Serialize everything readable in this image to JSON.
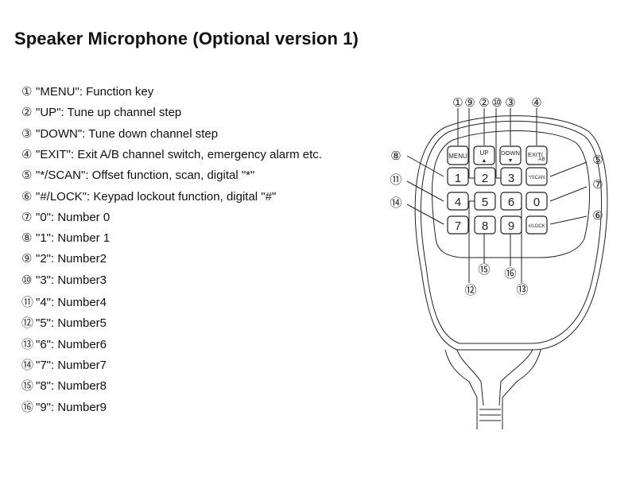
{
  "title": "Speaker Microphone (Optional version 1)",
  "items": [
    {
      "num": "①",
      "text": "\"MENU\": Function key"
    },
    {
      "num": "②",
      "text": "\"UP\": Tune up channel step"
    },
    {
      "num": "③",
      "text": "\"DOWN\": Tune down channel step"
    },
    {
      "num": "④",
      "text": "\"EXIT\": Exit A/B channel switch, emergency alarm etc."
    },
    {
      "num": "⑤",
      "text": "\"*/SCAN\": Offset function, scan, digital \"*\""
    },
    {
      "num": "⑥",
      "text": "\"#/LOCK\": Keypad lockout function, digital \"#\""
    },
    {
      "num": "⑦",
      "text": "\"0\": Number 0"
    },
    {
      "num": "⑧",
      "text": "\"1\": Number 1"
    },
    {
      "num": "⑨",
      "text": "\"2\": Number2"
    },
    {
      "num": "⑩",
      "text": "\"3\": Number3"
    },
    {
      "num": "⑪",
      "text": "\"4\": Number4"
    },
    {
      "num": "⑫",
      "text": "\"5\": Number5"
    },
    {
      "num": "⑬",
      "text": "\"6\": Number6"
    },
    {
      "num": "⑭",
      "text": "\"7\": Number7"
    },
    {
      "num": "⑮",
      "text": "\"8\": Number8"
    },
    {
      "num": "⑯",
      "text": "\"9\": Number9"
    }
  ],
  "keys": {
    "menu": "MENU",
    "up": "UP",
    "down": "DOWN",
    "exit": "EXIT/",
    "ab": "AB",
    "scan": "*/SCAN",
    "lock": "#/LOCK",
    "k1": "1",
    "k2": "2",
    "k3": "3",
    "k4": "4",
    "k5": "5",
    "k6": "6",
    "k7": "7",
    "k8": "8",
    "k9": "9",
    "k0": "0"
  },
  "callouts": {
    "c1": "①",
    "c2": "②",
    "c3": "③",
    "c4": "④",
    "c5": "⑤",
    "c6": "⑥",
    "c7": "⑦",
    "c8": "⑧",
    "c9": "⑨",
    "c10": "⑩",
    "c11": "⑪",
    "c12": "⑫",
    "c13": "⑬",
    "c14": "⑭",
    "c15": "⑮",
    "c16": "⑯"
  }
}
